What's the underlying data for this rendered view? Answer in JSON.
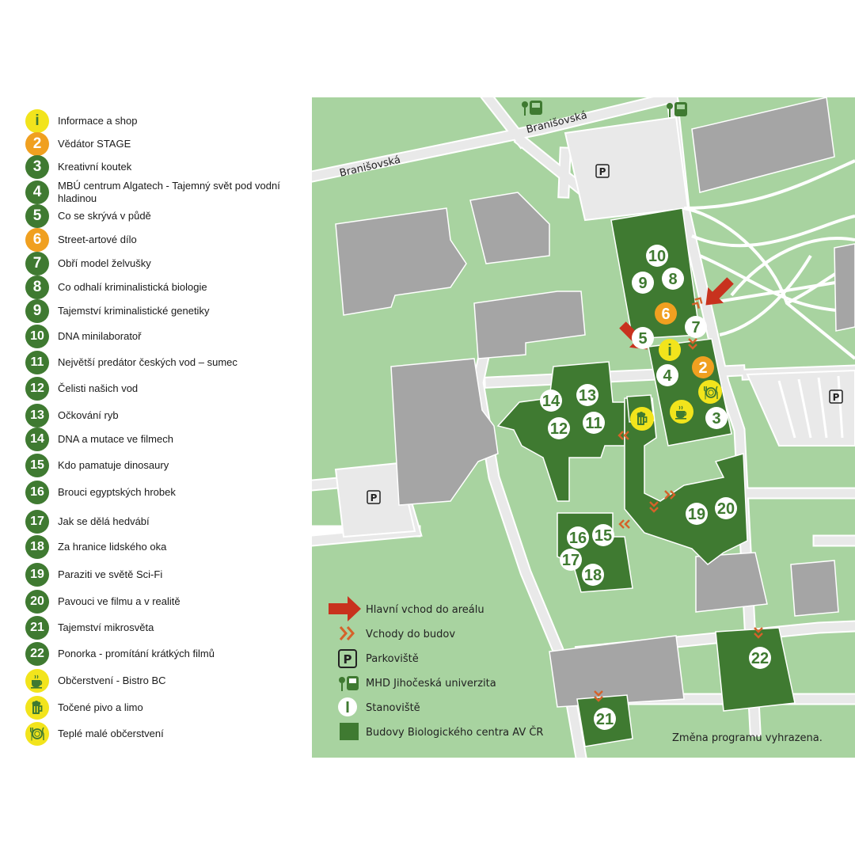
{
  "legend": [
    {
      "marker": "i",
      "style": "yellow",
      "label": "Informace a shop"
    },
    {
      "marker": "2",
      "style": "orange",
      "label": "Vědátor STAGE"
    },
    {
      "marker": "3",
      "style": "green",
      "label": "Kreativní koutek"
    },
    {
      "marker": "4",
      "style": "green",
      "label": "MBÚ centrum Algatech - Tajemný svět pod vodní hladinou"
    },
    {
      "marker": "5",
      "style": "green",
      "label": "Co se skrývá v půdě"
    },
    {
      "marker": "6",
      "style": "orange",
      "label": "Street-artové dílo"
    },
    {
      "marker": "7",
      "style": "green",
      "label": "Obří model želvušky"
    },
    {
      "marker": "8",
      "style": "green",
      "label": "Co odhalí kriminalistická biologie"
    },
    {
      "marker": "9",
      "style": "green",
      "label": "Tajemství kriminalistické genetiky"
    },
    {
      "marker": "10",
      "style": "green",
      "label": "DNA minilaboratoř"
    },
    {
      "marker": "11",
      "style": "green",
      "label": "Největší predátor českých vod – sumec"
    },
    {
      "marker": "12",
      "style": "green",
      "label": "Čelisti našich vod"
    },
    {
      "marker": "13",
      "style": "green",
      "label": "Očkování ryb"
    },
    {
      "marker": "14",
      "style": "green",
      "label": "DNA a mutace ve filmech"
    },
    {
      "marker": "15",
      "style": "green",
      "label": "Kdo pamatuje dinosaury"
    },
    {
      "marker": "16",
      "style": "green",
      "label": "Brouci egyptských hrobek"
    },
    {
      "marker": "17",
      "style": "green",
      "label": "Jak se dělá hedvábí"
    },
    {
      "marker": "18",
      "style": "green",
      "label": "Za hranice lidského oka"
    },
    {
      "marker": "19",
      "style": "green",
      "label": "Paraziti ve světě Sci-Fi"
    },
    {
      "marker": "20",
      "style": "green",
      "label": "Pavouci ve filmu a v realitě"
    },
    {
      "marker": "21",
      "style": "green",
      "label": "Tajemství mikrosvěta"
    },
    {
      "marker": "22",
      "style": "green",
      "label": "Ponorka - promítání krátkých filmů"
    },
    {
      "marker": "coffee-icon",
      "style": "yellow",
      "label": "Občerstvení - Bistro BC"
    },
    {
      "marker": "beer-icon",
      "style": "yellow",
      "label": "Točené pivo a limo"
    },
    {
      "marker": "dining-icon",
      "style": "yellow",
      "label": "Teplé malé občerstvení"
    }
  ],
  "map": {
    "street_name": "Branišovská",
    "parking_letter": "P",
    "disclaimer": "Změna programu vyhrazena.",
    "map_legend": {
      "main_entrance": "Hlavní vchod do areálu",
      "building_entrances": "Vchody do budov",
      "parking": "Parkoviště",
      "bus": "MHD Jihočeská univerzita",
      "station_marker": "I",
      "station": "Stanoviště",
      "buildings": "Budovy Biologického centra AV ČR"
    }
  },
  "colors": {
    "grass": "#a8d3a0",
    "road": "#e9e9e9",
    "grey_building": "#a5a5a5",
    "bc_building": "#3f7a31",
    "orange": "#f0a020",
    "yellow": "#f2e41c",
    "arrow_red": "#c8321e",
    "entrance_orange": "#d5622a"
  }
}
